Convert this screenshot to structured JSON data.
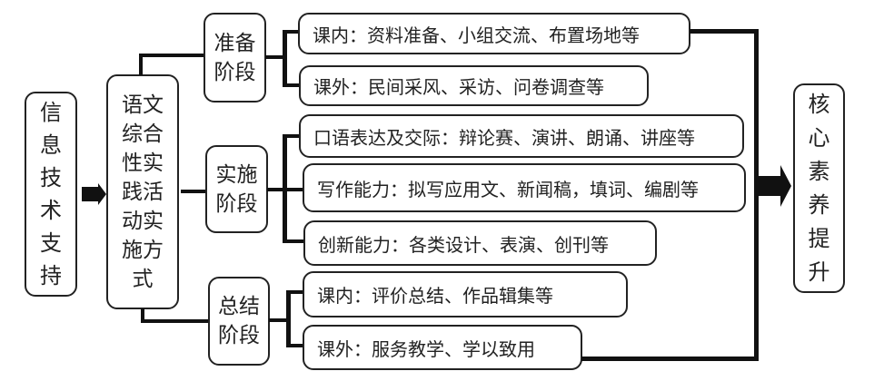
{
  "diagram": {
    "source_node": {
      "label": "信息技术支持"
    },
    "center_node": {
      "label": "语文综合性实践活动实施方式"
    },
    "target_node": {
      "label": "核心素养提升"
    },
    "stages": [
      {
        "label": "准备阶段",
        "items": [
          "课内：资料准备、小组交流、布置场地等",
          "课外：民间采风、采访、问卷调查等"
        ]
      },
      {
        "label": "实施阶段",
        "items": [
          "口语表达及交际：辩论赛、演讲、朗诵、讲座等",
          "写作能力：拟写应用文、新闻稿，填词、编剧等",
          "创新能力：各类设计、表演、创刊等"
        ]
      },
      {
        "label": "总结阶段",
        "items": [
          "课内：评价总结、作品辑集等",
          "课外：服务教学、学以致用"
        ]
      }
    ],
    "colors": {
      "stroke": "#111111",
      "background": "#ffffff",
      "text": "#222222"
    }
  }
}
